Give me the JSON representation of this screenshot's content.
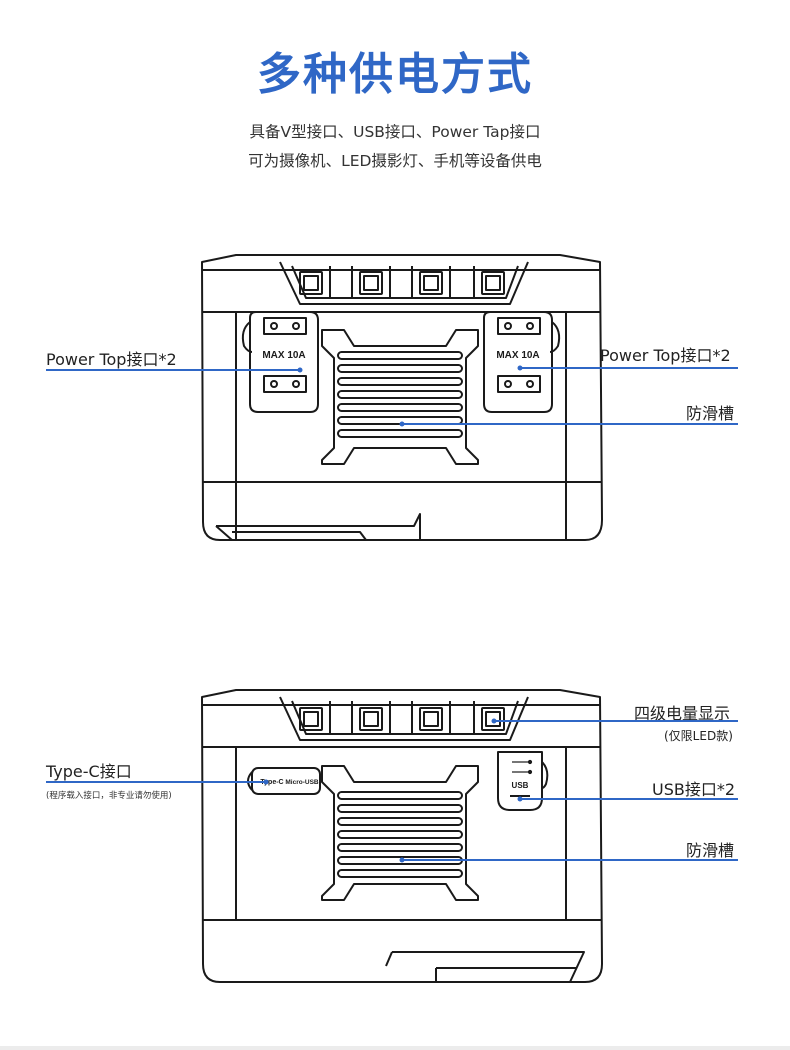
{
  "header": {
    "title": "多种供电方式",
    "subtitle_line1": "具备V型接口、USB接口、Power Tap接口",
    "subtitle_line2": "可为摄像机、LED摄影灯、手机等设备供电"
  },
  "top_device": {
    "port_label_left": "MAX 10A",
    "port_label_right": "MAX 10A",
    "callouts": {
      "power_tap_left": "Power Top接口*2",
      "power_tap_right": "Power Top接口*2",
      "anti_slip": "防滑槽"
    }
  },
  "bottom_device": {
    "type_c_text": "Type-C",
    "micro_usb_text": "Micro-USB",
    "usb_text": "USB",
    "callouts": {
      "battery_display": "四级电量显示",
      "battery_display_note": "(仅限LED款)",
      "type_c": "Type-C接口",
      "type_c_note": "(程序载入接口，非专业请勿使用)",
      "usb": "USB接口*2",
      "anti_slip": "防滑槽"
    }
  },
  "colors": {
    "accent": "#2f67c6",
    "line_art": "#1a1a1a"
  }
}
